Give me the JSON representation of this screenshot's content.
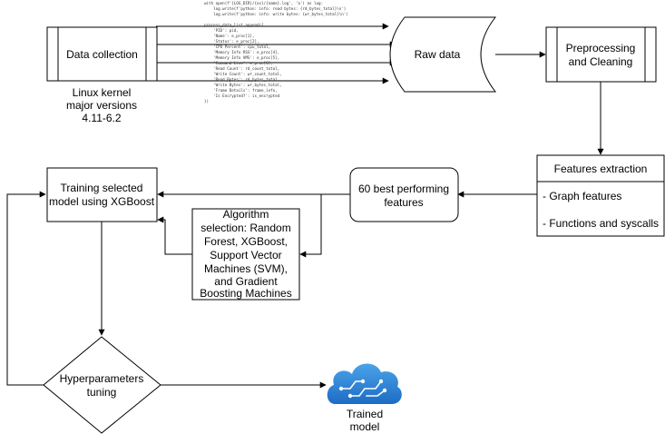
{
  "nodes": {
    "data_collection": {
      "label": "Data collection"
    },
    "kernel_note": {
      "lines": [
        "Linux kernel",
        "major versions",
        "4.11-6.2"
      ]
    },
    "code_snippet": {
      "lines": [
        "with open(f'{LOG_DIR}/{os}/{name}.log', 'a') as log:",
        "    log.write(f'python: info: read bytes: {rd_bytes_total}\\n')",
        "    log.write(f'python: info: write bytes: {wr_bytes_total}\\n')",
        "",
        "process_data_list.append({",
        "    'PID': pid,",
        "    'Name': e_proc[1],",
        "    'Status': e_proc[2],",
        "    'CPU Percent': cpu_total,",
        "    'Memory Info RSS': e_proc[4],",
        "    'Memory Info VMS': e_proc[5],",
        "    'Command Line': e_proc[6],",
        "    'Read Count': rd_count_total,",
        "    'Write Count': wr_count_total,",
        "    'Read Bytes': rd_bytes_total,",
        "    'Write Bytes': wr_bytes_total,",
        "    'Frame Details': frame_info,",
        "    'Is Encrypted?': is_encrypted",
        "})"
      ]
    },
    "raw_data": {
      "label": "Raw data"
    },
    "preprocessing": {
      "lines": [
        "Preprocessing",
        "and Cleaning"
      ]
    },
    "features_extraction": {
      "title": "Features extraction",
      "items": [
        "- Graph features",
        "- Functions and syscalls"
      ]
    },
    "best_features": {
      "lines": [
        "60 best performing",
        "features"
      ]
    },
    "training": {
      "lines": [
        "Training selected",
        "model using XGBoost"
      ]
    },
    "algorithm_selection": {
      "lines": [
        "Algorithm",
        "selection:  Random",
        "Forest, XGBoost,",
        "Support Vector",
        "Machines (SVM),",
        "and Gradient",
        "Boosting Machines"
      ]
    },
    "hyperparameters": {
      "lines": [
        "Hyperparameters",
        "tuning"
      ]
    },
    "trained_model": {
      "lines": [
        "Trained",
        "model"
      ]
    }
  },
  "colors": {
    "stroke": "#000000",
    "cloud_dark": "#1e6cc4",
    "cloud_light": "#4aa3e8",
    "cloud_circuit": "#ffffff"
  },
  "icons": {
    "trained_model": "azure-cloud-ml-icon"
  }
}
